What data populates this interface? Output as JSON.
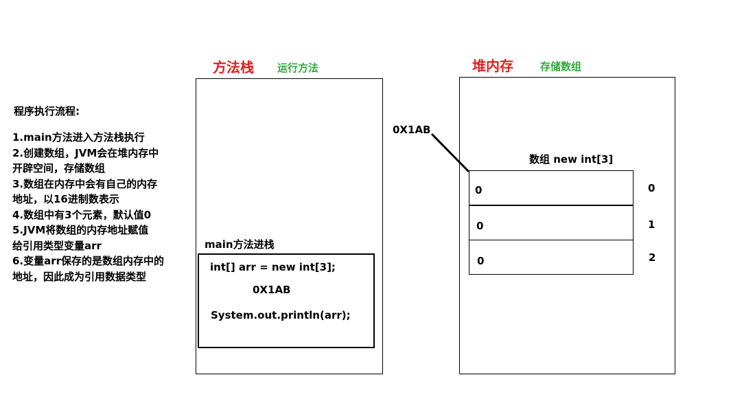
{
  "flow": {
    "title": "程序执行流程:",
    "steps": [
      "1.main方法进入方法栈执行",
      "2.创建数组，JVM会在堆内存中",
      "开辟空间，存储数组",
      "3.数组在内存中会有自己的内存",
      "地址，以16进制数表示",
      "4.数组中有3个元素，默认值0",
      "5.JVM将数组的内存地址赋值",
      "给引用类型变量arr",
      "6.变量arr保存的是数组内存中的",
      "地址，因此成为引用数据类型"
    ]
  },
  "stack": {
    "title": "方法栈",
    "subtitle": "运行方法",
    "frame_label": "main方法进栈",
    "code_line1": "int[] arr = new int[3];",
    "address": "0X1AB",
    "code_line2": "System.out.println(arr);"
  },
  "heap": {
    "title": "堆内存",
    "subtitle": "存储数组",
    "address": "0X1AB",
    "array_label": "数组 new int[3]",
    "cells": [
      {
        "value": "0",
        "index": "0"
      },
      {
        "value": "0",
        "index": "1"
      },
      {
        "value": "0",
        "index": "2"
      }
    ]
  },
  "colors": {
    "title_red": "#e02020",
    "subtitle_green": "#2eaa3a",
    "line": "#000000"
  }
}
